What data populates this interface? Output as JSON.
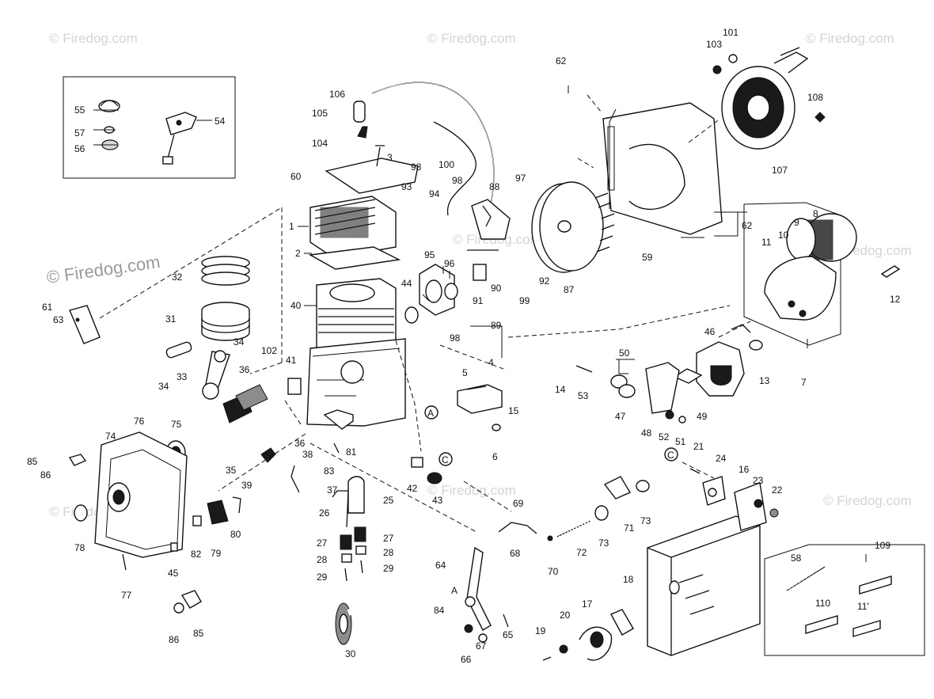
{
  "watermarks": {
    "text": "© Firedog.com",
    "labeled": "© Firedog.com"
  },
  "callouts": {
    "A": "A",
    "C": "C"
  },
  "parts": {
    "1": "1",
    "2": "2",
    "3": "3",
    "4": "4",
    "5": "5",
    "6": "6",
    "7": "7",
    "8": "8",
    "9": "9",
    "10": "10",
    "11": "11",
    "12": "12",
    "13": "13",
    "14": "14",
    "15": "15",
    "16": "16",
    "17": "17",
    "18": "18",
    "19": "19",
    "20": "20",
    "21": "21",
    "22": "22",
    "23": "23",
    "24": "24",
    "25": "25",
    "26": "26",
    "27": "27",
    "28": "28",
    "29": "29",
    "30": "30",
    "31": "31",
    "32": "32",
    "33": "33",
    "34": "34",
    "35": "35",
    "36": "36",
    "37": "37",
    "38": "38",
    "39": "39",
    "40": "40",
    "41": "41",
    "42": "42",
    "43": "43",
    "44": "44",
    "45": "45",
    "46": "46",
    "47": "47",
    "48": "48",
    "49": "49",
    "50": "50",
    "51": "51",
    "52": "52",
    "53": "53",
    "54": "54",
    "55": "55",
    "56": "56",
    "57": "57",
    "58": "58",
    "59": "59",
    "60": "60",
    "61": "61",
    "62": "62",
    "63": "63",
    "64": "64",
    "65": "65",
    "66": "66",
    "67": "67",
    "68": "68",
    "69": "69",
    "70": "70",
    "71": "71",
    "72": "72",
    "73": "73",
    "74": "74",
    "75": "75",
    "76": "76",
    "77": "77",
    "78": "78",
    "79": "79",
    "80": "80",
    "81": "81",
    "82": "82",
    "83": "83",
    "84": "84",
    "85": "85",
    "86": "86",
    "87": "87",
    "88": "88",
    "89": "89",
    "90": "90",
    "91": "91",
    "92": "92",
    "93": "93",
    "94": "94",
    "95": "95",
    "96": "96",
    "97": "97",
    "98": "98",
    "99": "99",
    "100": "100",
    "101": "101",
    "102": "102",
    "103": "103",
    "104": "104",
    "105": "105",
    "106": "106",
    "107": "107",
    "108": "108",
    "109": "109",
    "110": "110",
    "111": "11'"
  }
}
